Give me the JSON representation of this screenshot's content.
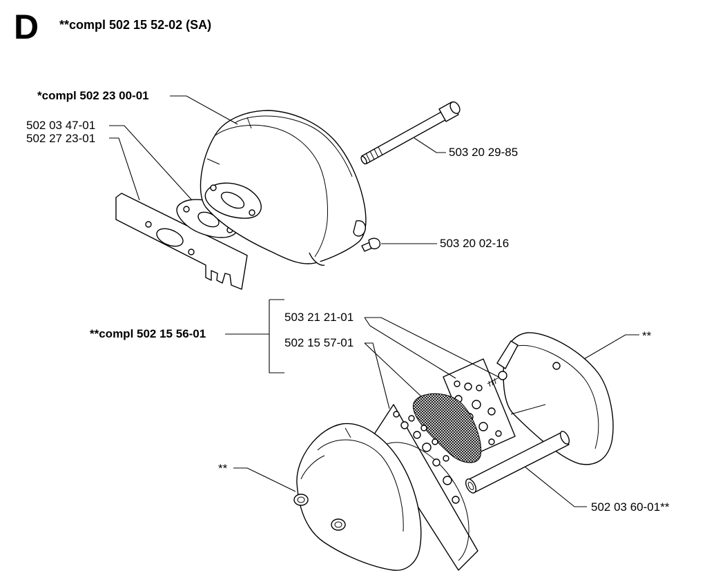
{
  "header": {
    "section_letter": "D",
    "title": "**compl 502 15 52-02 (SA)"
  },
  "labels": {
    "compl_cover": "*compl 502 23 00-01",
    "gasket_a": "502 03 47-01",
    "gasket_b": "502 27 23-01",
    "bolt_long": "503 20 29-85",
    "screw_small": "503 20 02-16",
    "compl_filter": "**compl 502 15 56-01",
    "screw_filter": "503 21 21-01",
    "plate_filter": "502 15 57-01",
    "asterisk_top": "**",
    "asterisk_left": "**",
    "spacer_tube": "502 03 60-01**"
  }
}
